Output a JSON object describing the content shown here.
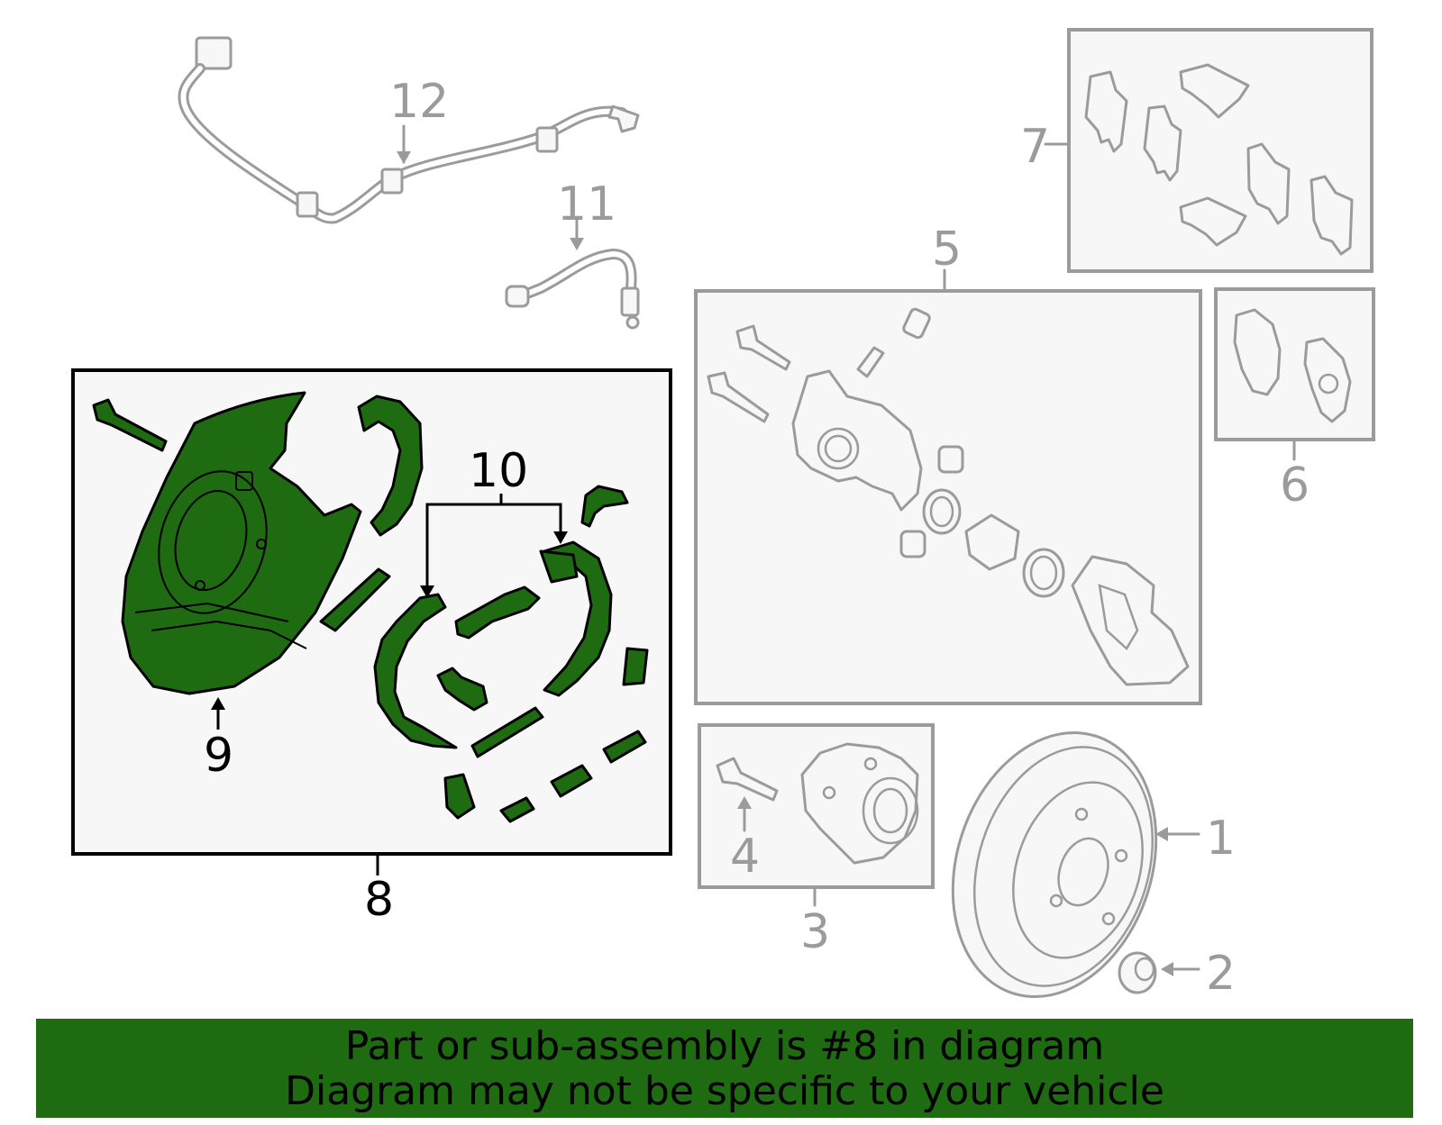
{
  "colors": {
    "highlight_fill": "#1e6b12",
    "banner_background": "#1e6b12",
    "outline_gray": "#9b9b9b",
    "outline_black": "#000000",
    "box_fill": "#f7f7f7"
  },
  "callouts": {
    "c1": "1",
    "c2": "2",
    "c3": "3",
    "c4": "4",
    "c5": "5",
    "c6": "6",
    "c7": "7",
    "c8": "8",
    "c9": "9",
    "c10": "10",
    "c11": "11",
    "c12": "12"
  },
  "highlighted_part": "8",
  "banner": {
    "line1": "Part or sub-assembly is #8 in diagram",
    "line2": "Diagram may not be specific to your vehicle"
  }
}
